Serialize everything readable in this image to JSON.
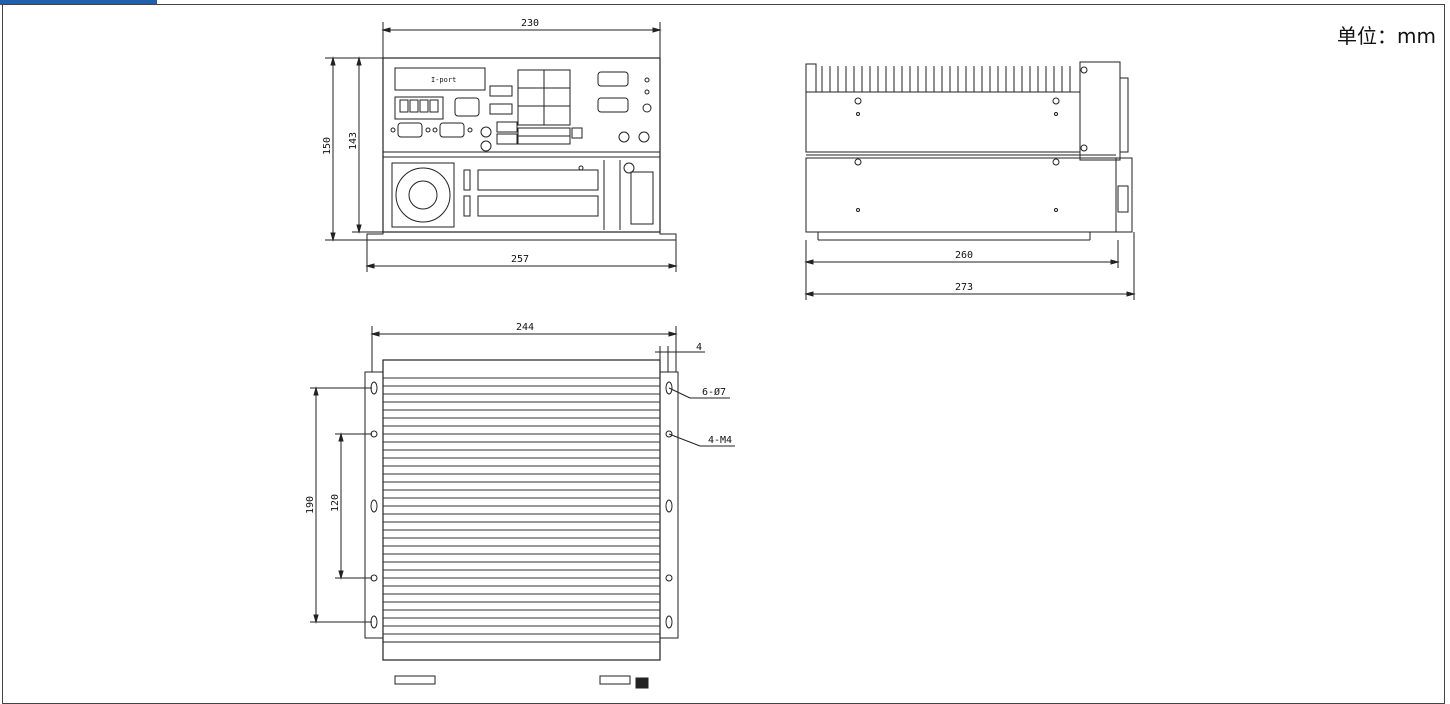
{
  "unit_label": "单位：mm",
  "front_view": {
    "width_top": "230",
    "width_bottom": "257",
    "height_outer": "150",
    "height_inner": "143",
    "panel_label": "I-port"
  },
  "side_view": {
    "length_inner": "260",
    "length_outer": "273"
  },
  "bottom_view": {
    "width": "244",
    "offset": "4",
    "hole_callout": "6-Ø7",
    "screw_callout": "4-M4",
    "height_outer": "190",
    "height_inner": "120"
  },
  "colors": {
    "accent": "#1f5fad",
    "line": "#222222"
  }
}
